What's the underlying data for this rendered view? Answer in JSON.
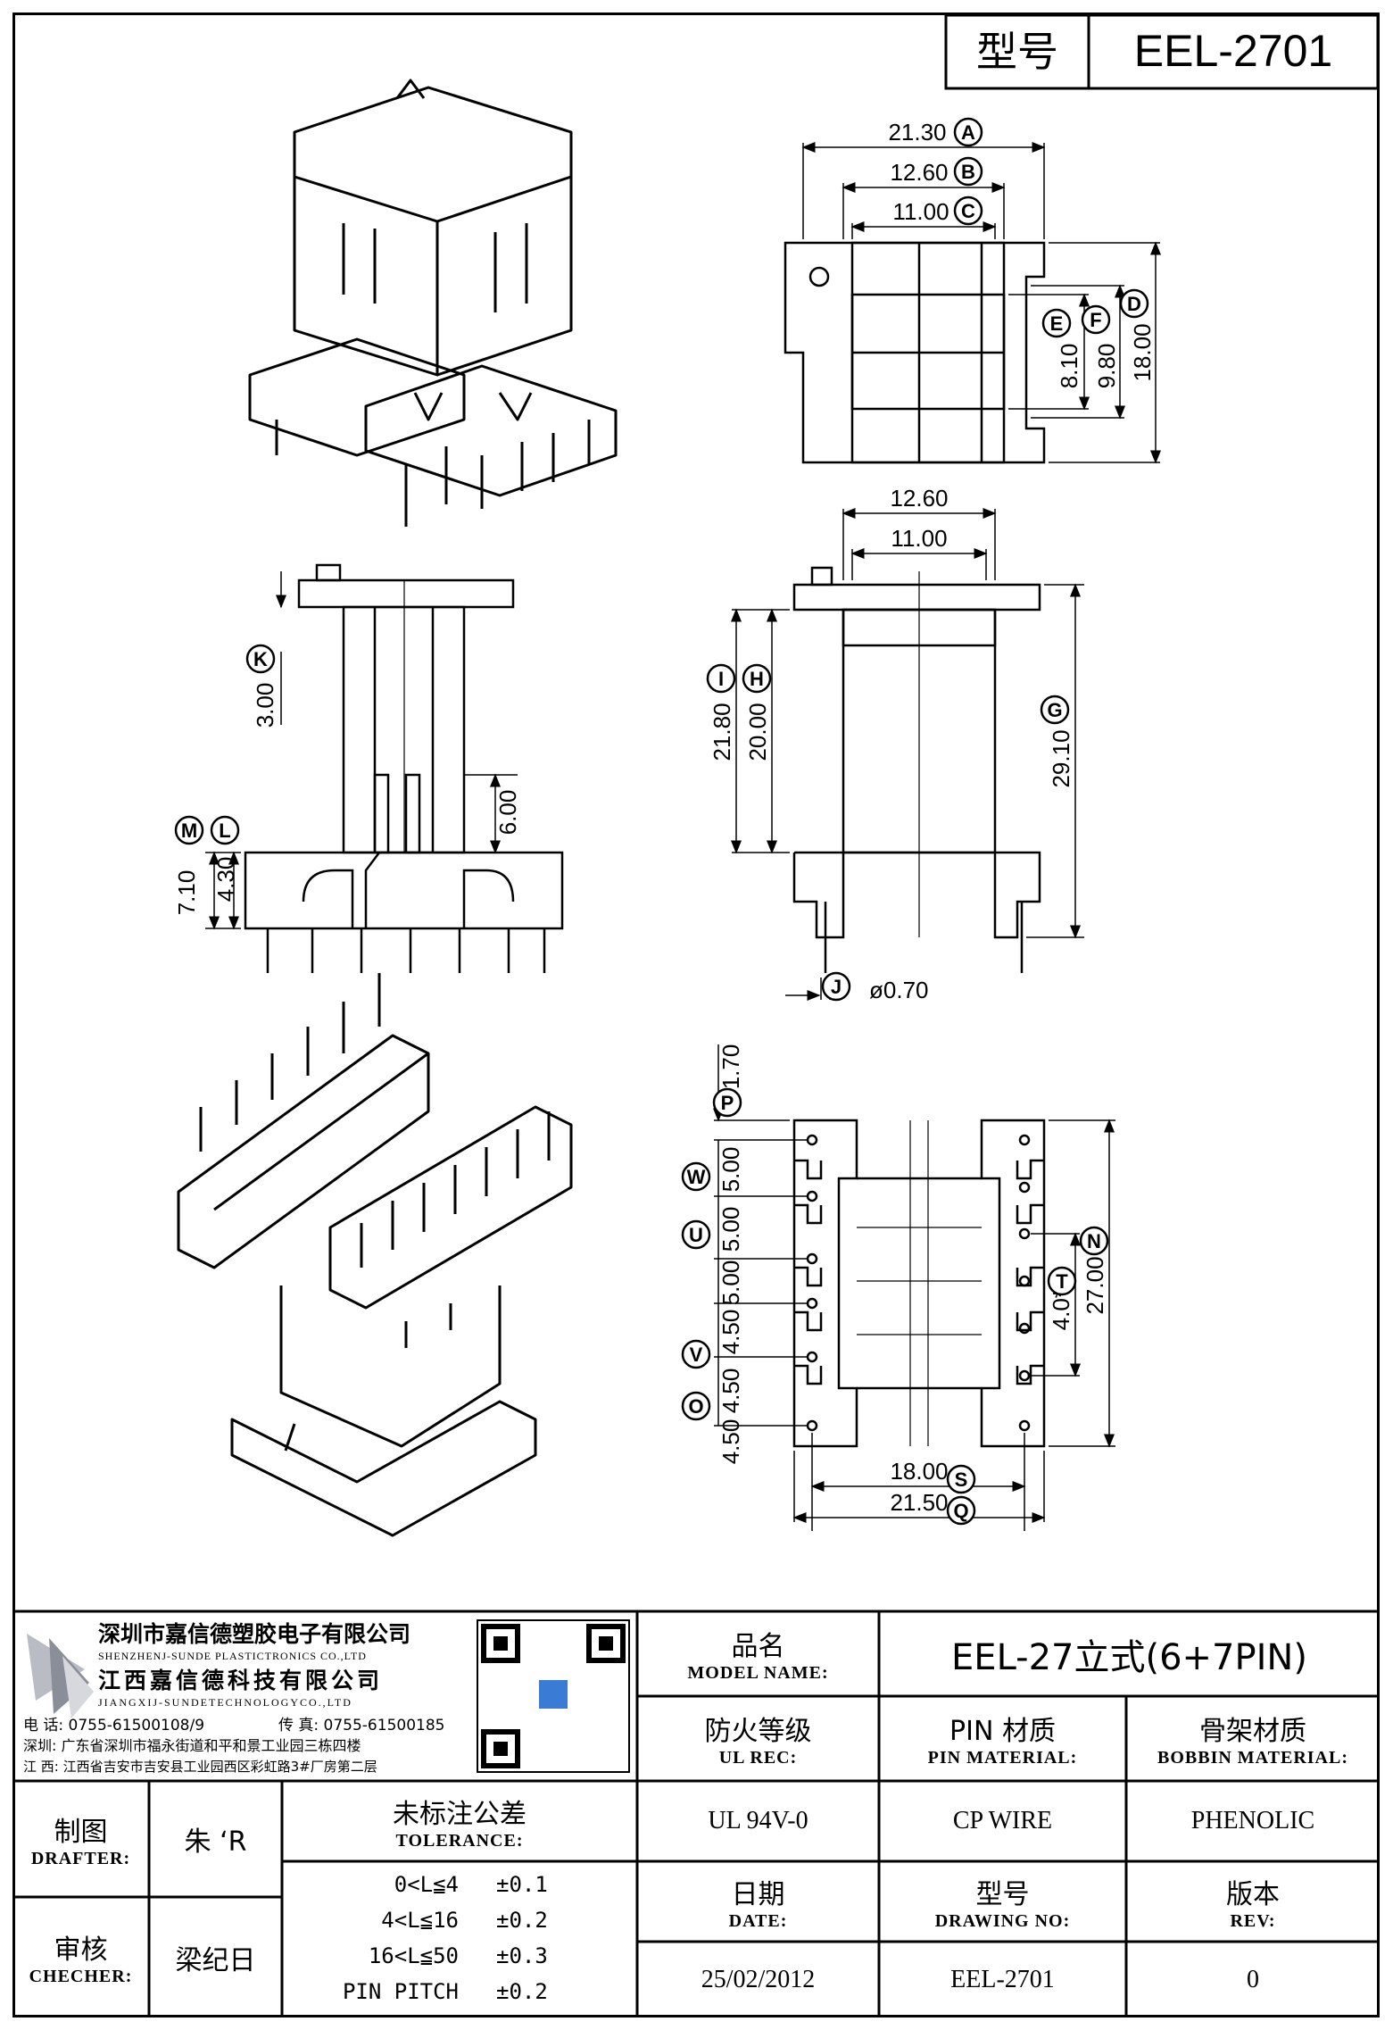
{
  "header": {
    "model_label": "型号",
    "model_value": "EEL-2701"
  },
  "company": {
    "name_sz": "深圳市嘉信德塑胶电子有限公司",
    "name_sz_en": "SHENZHENJ-SUNDE PLASTICTRONICS CO.,LTD",
    "name_jx": "江西嘉信德科技有限公司",
    "name_jx_en": "JIANGXIJ-SUNDETECHNOLOGYCO.,LTD",
    "phone": "电 话: 0755-61500108/9",
    "fax": "传 真: 0755-61500185",
    "addr_sz": "深圳: 广东省深圳市福永街道和平和景工业园三栋四楼",
    "addr_jx": "江 西: 江西省吉安市吉安县工业园西区彩虹路3#厂房第二层"
  },
  "titleblock": {
    "model_name_cn": "品名",
    "model_name_en": "MODEL NAME:",
    "model_name_value": "EEL-27立式(6+7PIN)",
    "ul_cn": "防火等级",
    "ul_en": "UL REC:",
    "ul_value": "UL 94V-0",
    "pin_cn": "PIN 材质",
    "pin_en": "PIN MATERIAL:",
    "pin_value": "CP WIRE",
    "bobbin_cn": "骨架材质",
    "bobbin_en": "BOBBIN MATERIAL:",
    "bobbin_value": "PHENOLIC",
    "drafter_cn": "制图",
    "drafter_en": "DRAFTER:",
    "drafter_value": "朱 ‘R",
    "checker_cn": "审核",
    "checker_en": "CHECHER:",
    "checker_value": "梁纪日",
    "tol_cn": "未标注公差",
    "tol_en": "TOLERANCE:",
    "tolerances": [
      {
        "range": "0<L≦4",
        "value": "±0.1"
      },
      {
        "range": "4<L≦16",
        "value": "±0.2"
      },
      {
        "range": "16<L≦50",
        "value": "±0.3"
      },
      {
        "range": "PIN PITCH",
        "value": "±0.2"
      }
    ],
    "date_cn": "日期",
    "date_en": "DATE:",
    "date_value": "25/02/2012",
    "dwg_cn": "型号",
    "dwg_en": "DRAWING NO:",
    "dwg_value": "EEL-2701",
    "rev_cn": "版本",
    "rev_en": "REV:",
    "rev_value": "0"
  },
  "dims": {
    "A": "21.30",
    "B": "12.60",
    "C": "11.00",
    "D": "18.00",
    "E": "8.10",
    "F": "9.80",
    "front_w1": "12.60",
    "front_w2": "11.00",
    "I": "21.80",
    "H": "20.00",
    "G": "29.10",
    "J": "ø0.70",
    "K": "3.00",
    "side_6": "6.00",
    "M": "7.10",
    "L": "4.30",
    "P": "1.70",
    "W": "5.00",
    "U": "5.00",
    "u2": "5.00",
    "V": "4.50",
    "O": "4.50",
    "o2": "4.50",
    "T": "4.0*6",
    "N": "27.00",
    "S": "18.00",
    "Q": "21.50"
  },
  "letters": [
    "A",
    "B",
    "C",
    "D",
    "E",
    "F",
    "G",
    "H",
    "I",
    "J",
    "K",
    "L",
    "M",
    "N",
    "O",
    "P",
    "Q",
    "S",
    "T",
    "U",
    "V",
    "W"
  ]
}
